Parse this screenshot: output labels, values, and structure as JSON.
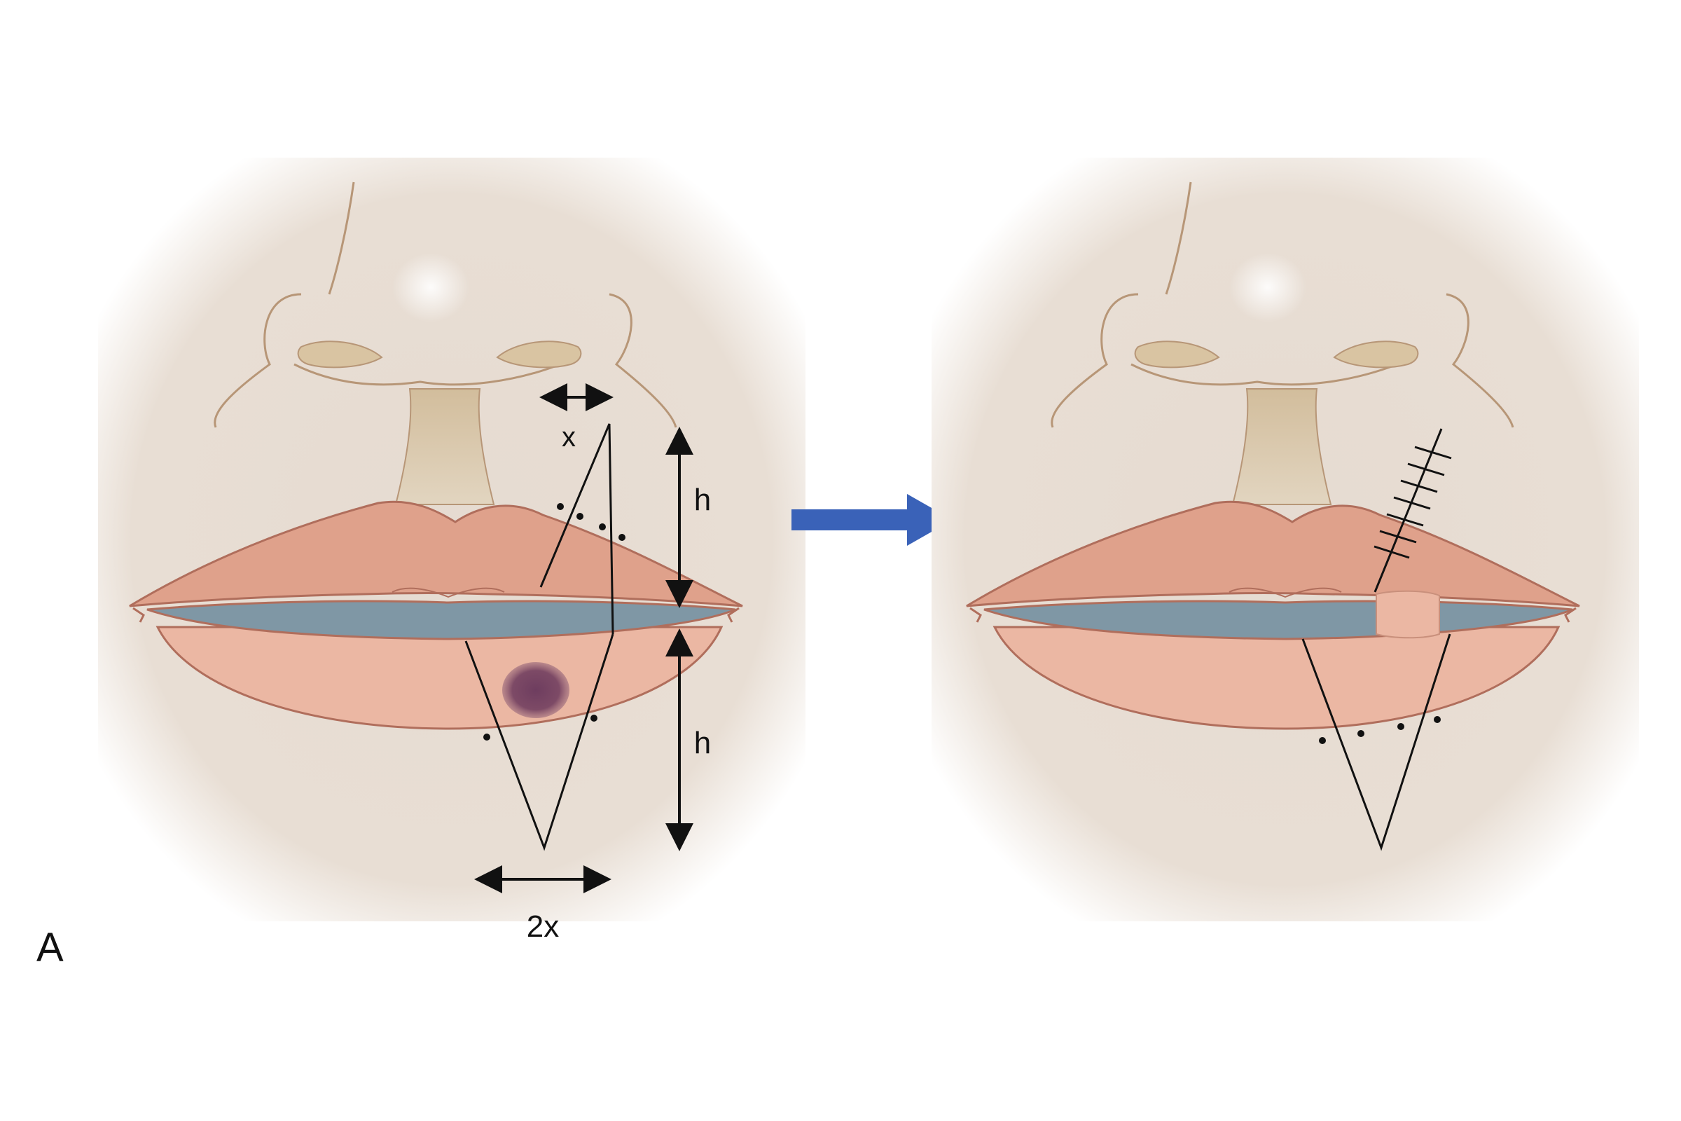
{
  "figure": {
    "panel_label": "A",
    "before": {
      "width_label_top": "x",
      "width_label_bottom": "2x",
      "height_label_upper": "h",
      "height_label_lower": "h"
    },
    "after": {}
  },
  "colors": {
    "background": "#ffffff",
    "skin_panel": "#e7ddd3",
    "skin_line": "#b79677",
    "nostril_fill": "#d9c4a2",
    "philtrum_fill": "#d6c4a6",
    "upper_lip": "#dfa18b",
    "lower_lip": "#ebb7a3",
    "lip_outline": "#b06e5c",
    "mouth_gap": "#7f97a5",
    "lesion": "#7a4a6a",
    "arrow": "#3a62b8",
    "ink": "#111111"
  }
}
